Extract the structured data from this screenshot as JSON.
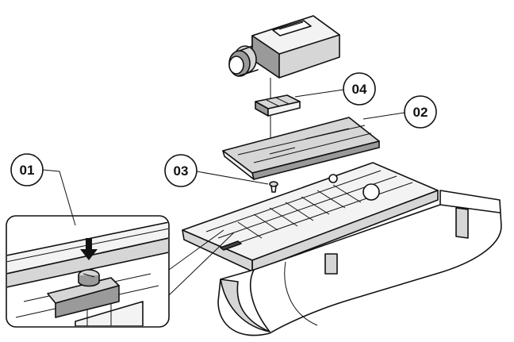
{
  "callouts": {
    "c01": "01",
    "c02": "02",
    "c03": "03",
    "c04": "04"
  },
  "icons": [
    "down-arrow-icon"
  ],
  "colors": {
    "line": "#111111",
    "shade_light": "#d6d6d6",
    "shade_dark": "#444444",
    "background": "#ffffff"
  }
}
